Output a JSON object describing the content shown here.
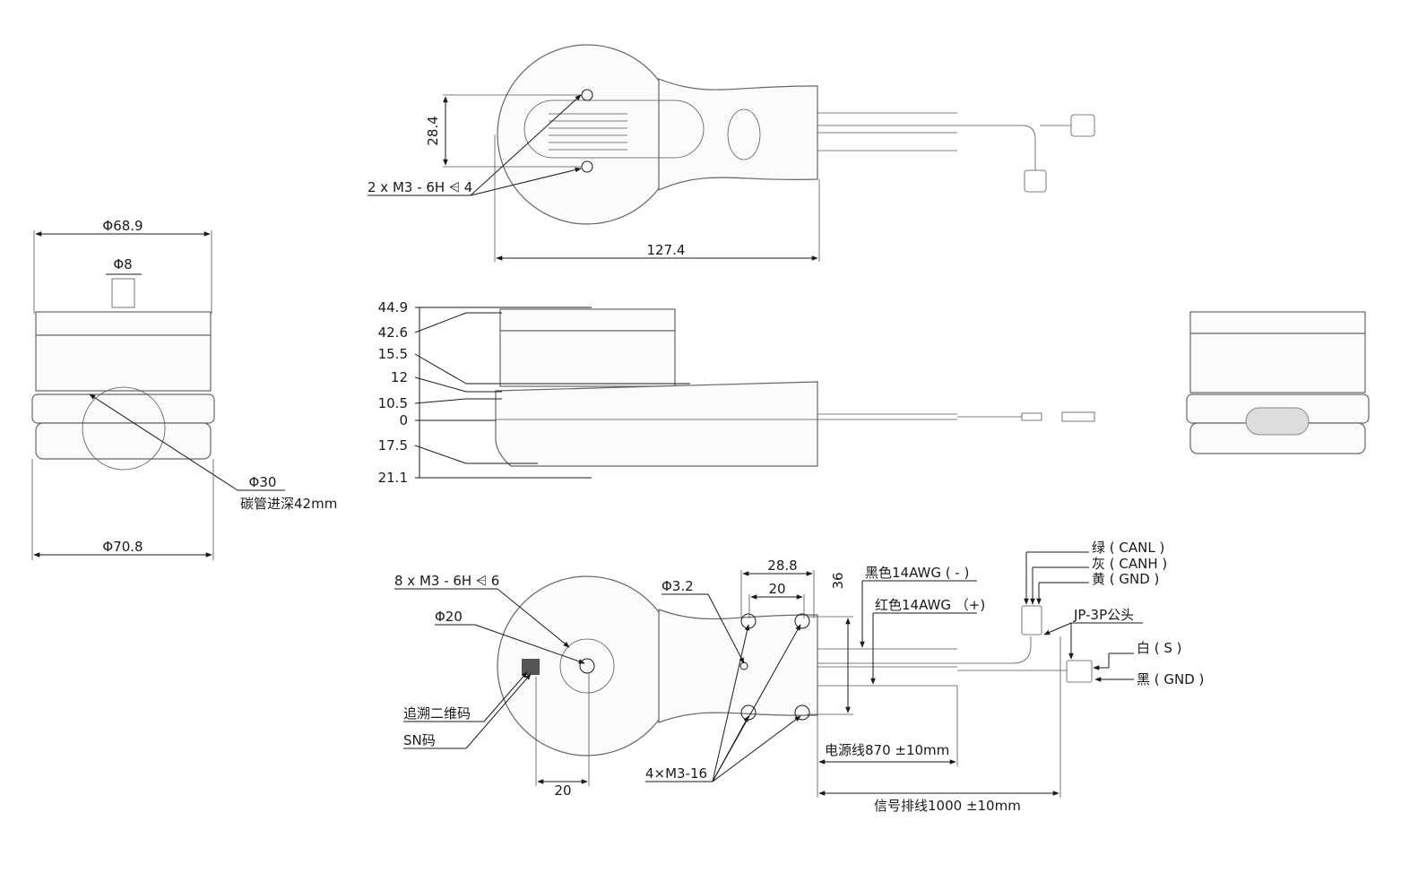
{
  "top_view": {
    "dim_28_4": "28.4",
    "thread_label": "2 x M3 - 6H ⩤ 4",
    "dim_127_4": "127.4"
  },
  "left_view": {
    "dim_outer_top": "Φ68.9",
    "dim_shaft": "Φ8",
    "dim_tube": "Φ30",
    "tube_note": "碳管进深42mm",
    "dim_outer_bottom": "Φ70.8"
  },
  "side_view": {
    "heights": [
      "44.9",
      "42.6",
      "15.5",
      "12",
      "10.5",
      "0",
      "17.5",
      "21.1"
    ]
  },
  "bottom_view": {
    "thread_8x": "8 x M3 - 6H ⩤ 6",
    "dim_phi20": "Φ20",
    "dim_phi3_2": "Φ3.2",
    "dim_28_8": "28.8",
    "dim_20_top": "20",
    "dim_36": "36",
    "qr_label": "追溯二维码",
    "sn_label": "SN码",
    "dim_20_bottom": "20",
    "screws_4x": "4×M3-16",
    "black_wire": "黑色14AWG ( - )",
    "red_wire": "红色14AWG （+)",
    "power_cable": "电源线870 ±10mm",
    "signal_cable": "信号排线1000 ±10mm",
    "green": "绿 ( CANL )",
    "grey": "灰 ( CANH )",
    "yellow": "黄 ( GND )",
    "connector": "JP-3P公头",
    "white": "白 ( S )",
    "black_gnd": "黑 ( GND )"
  }
}
